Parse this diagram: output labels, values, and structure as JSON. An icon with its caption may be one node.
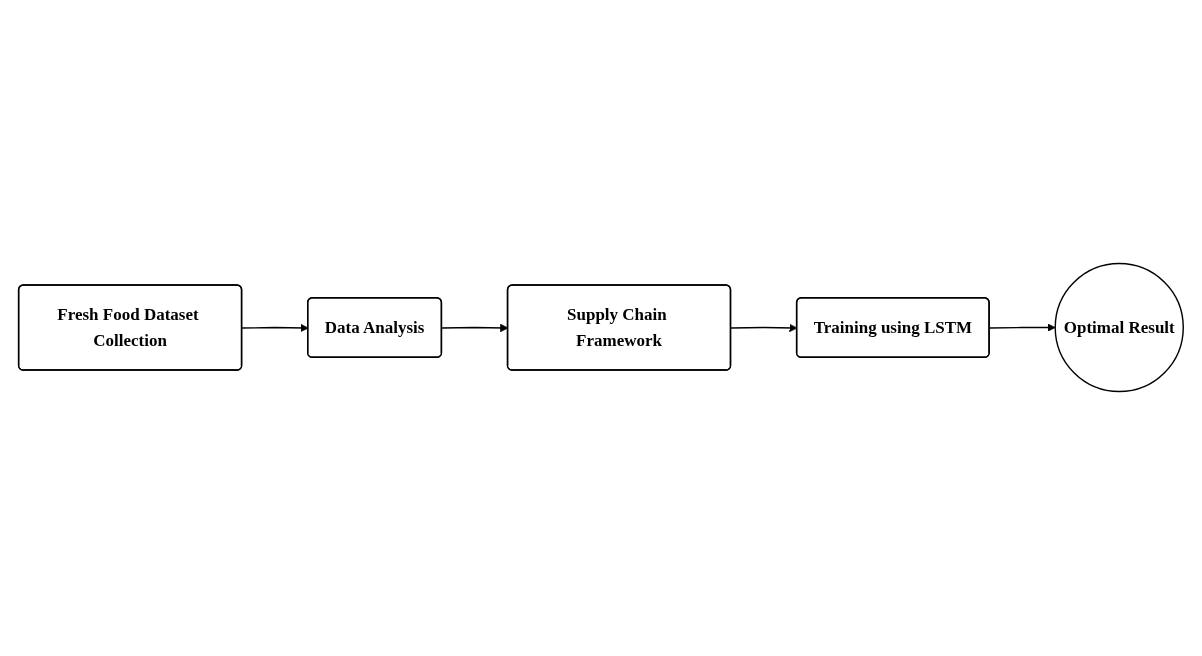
{
  "diagram": {
    "nodes": [
      {
        "text": [
          "Fresh Food Dataset Collection"
        ]
      },
      {
        "text": [
          "Data Analysis"
        ]
      },
      {
        "text": [
          "Supply Chain Framework"
        ]
      },
      {
        "text": [
          "Training using LSTM"
        ]
      },
      {
        "text": [
          "Optimal Result"
        ]
      }
    ],
    "edges": [
      {
        "from": 0,
        "to": 1,
        "arrow": "to"
      },
      {
        "from": 1,
        "to": 2,
        "arrow": "to"
      },
      {
        "from": 2,
        "to": 3,
        "arrow": "to"
      },
      {
        "from": 3,
        "to": 4,
        "arrow": "to"
      }
    ]
  }
}
